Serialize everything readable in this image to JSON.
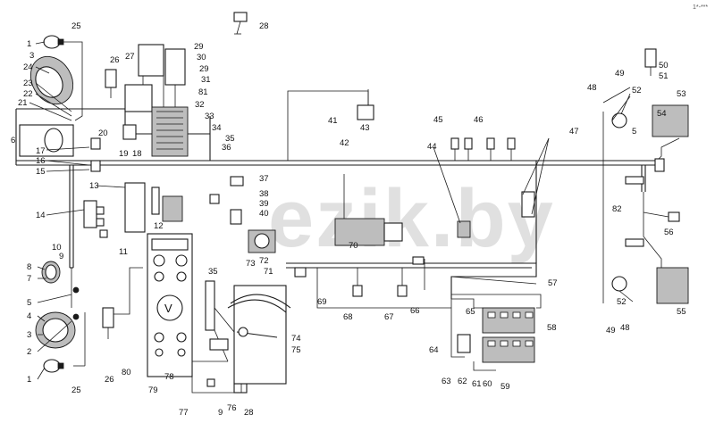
{
  "watermark": "ezik.by",
  "corner_mark": "1*-***",
  "labels": {
    "l1a": "1",
    "l1b": "1",
    "l2": "2",
    "l3a": "3",
    "l3b": "3",
    "l4": "4",
    "l5a": "5",
    "l5b": "5",
    "l6": "6",
    "l7": "7",
    "l8": "8",
    "l9a": "9",
    "l9b": "9",
    "l10": "10",
    "l11": "11",
    "l12": "12",
    "l13": "13",
    "l14": "14",
    "l15": "15",
    "l16": "16",
    "l17": "17",
    "l18": "18",
    "l19": "19",
    "l20": "20",
    "l21": "21",
    "l22": "22",
    "l23": "23",
    "l24": "24",
    "l25a": "25",
    "l25b": "25",
    "l26a": "26",
    "l26b": "26",
    "l27": "27",
    "l28a": "28",
    "l28b": "28",
    "l29a": "29",
    "l29b": "29",
    "l30": "30",
    "l31": "31",
    "l32": "32",
    "l33": "33",
    "l34": "34",
    "l35a": "35",
    "l35b": "35",
    "l36": "36",
    "l37": "37",
    "l38": "38",
    "l39": "39",
    "l40": "40",
    "l41": "41",
    "l42": "42",
    "l43": "43",
    "l44": "44",
    "l45": "45",
    "l46": "46",
    "l47": "47",
    "l48a": "48",
    "l48b": "48",
    "l49a": "49",
    "l49b": "49",
    "l50": "50",
    "l51": "51",
    "l52a": "52",
    "l52b": "52",
    "l53": "53",
    "l54": "54",
    "l55": "55",
    "l56": "56",
    "l57": "57",
    "l58": "58",
    "l59": "59",
    "l60": "60",
    "l61": "61",
    "l62": "62",
    "l63": "63",
    "l64": "64",
    "l65": "65",
    "l66": "66",
    "l67": "67",
    "l68": "68",
    "l69": "69",
    "l70": "70",
    "l71": "71",
    "l72": "72",
    "l73": "73",
    "l74": "74",
    "l75": "75",
    "l76": "76",
    "l77": "77",
    "l78": "78",
    "l79": "79",
    "l80": "80",
    "l81": "81",
    "l82": "82"
  }
}
